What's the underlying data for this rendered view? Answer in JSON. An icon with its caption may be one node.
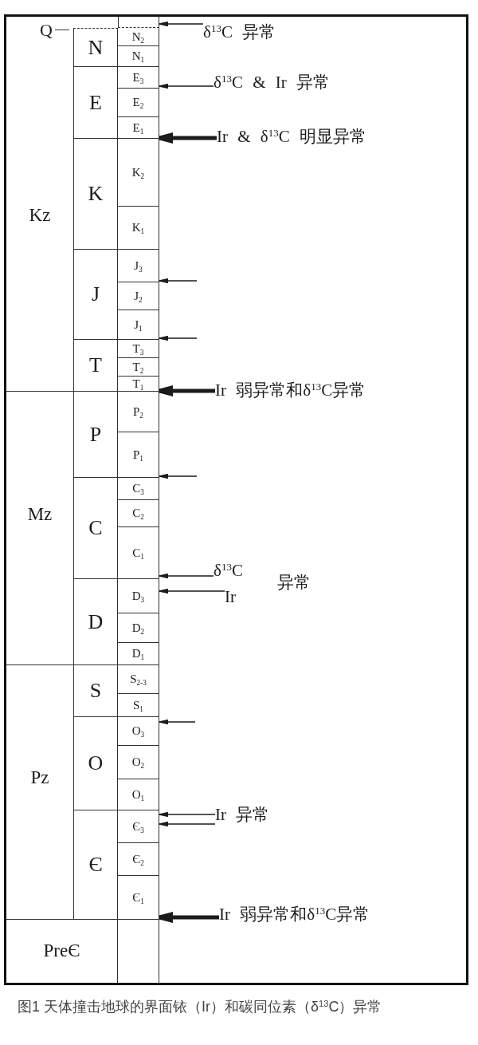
{
  "diagram": {
    "caption": "图1 天体撞击地球的界面铱（Ir）和碳同位素（δ$^{13}$C）异常",
    "nodes": [
      {
        "text": [
          "Q"
        ]
      },
      {
        "text": [
          "Kz"
        ]
      },
      {
        "text": [
          "Mz"
        ]
      },
      {
        "text": [
          "Pz"
        ]
      },
      {
        "text": [
          "PreЄ"
        ]
      },
      {
        "text": [
          "N"
        ]
      },
      {
        "text": [
          "E"
        ]
      },
      {
        "text": [
          "K"
        ]
      },
      {
        "text": [
          "J"
        ]
      },
      {
        "text": [
          "T"
        ]
      },
      {
        "text": [
          "P"
        ]
      },
      {
        "text": [
          "C"
        ]
      },
      {
        "text": [
          "D"
        ]
      },
      {
        "text": [
          "S"
        ]
      },
      {
        "text": [
          "O"
        ]
      },
      {
        "text": [
          "Є"
        ]
      },
      {
        "text": [],
        "shape": "box"
      },
      {
        "text": [
          "N$_{2}$"
        ]
      },
      {
        "text": [
          "N$_{1}$"
        ]
      },
      {
        "text": [
          "E$_{3}$"
        ]
      },
      {
        "text": [
          "E$_{2}$"
        ]
      },
      {
        "text": [
          "E$_{1}$"
        ]
      },
      {
        "text": [
          "K$_{2}$"
        ]
      },
      {
        "text": [
          "K$_{1}$"
        ]
      },
      {
        "text": [
          "J$_{3}$"
        ]
      },
      {
        "text": [
          "J$_{2}$"
        ]
      },
      {
        "text": [
          "J$_{1}$"
        ]
      },
      {
        "text": [
          "T$_{3}$"
        ]
      },
      {
        "text": [
          "T$_{2}$"
        ]
      },
      {
        "text": [
          "T$_{1}$"
        ]
      },
      {
        "text": [
          "P$_{2}$"
        ]
      },
      {
        "text": [
          "P$_{1}$"
        ]
      },
      {
        "text": [
          "C$_{3}$"
        ]
      },
      {
        "text": [
          "C$_{2}$"
        ]
      },
      {
        "text": [
          "C$_{1}$"
        ]
      },
      {
        "text": [
          "D$_{3}$"
        ]
      },
      {
        "text": [
          "D$_{2}$"
        ]
      },
      {
        "text": [
          "D$_{1}$"
        ]
      },
      {
        "text": [
          "S$_{2-3}$"
        ]
      },
      {
        "text": [
          "S$_{1}$"
        ]
      },
      {
        "text": [
          "O$_{3}$"
        ]
      },
      {
        "text": [
          "O$_{2}$"
        ]
      },
      {
        "text": [
          "O$_{1}$"
        ]
      },
      {
        "text": [
          "Є$_{3}$"
        ]
      },
      {
        "text": [
          "Є$_{2}$"
        ]
      },
      {
        "text": [
          "Є$_{1}$"
        ]
      },
      {
        "text": [],
        "shape": "box"
      },
      {
        "text": [
          "δ$^{13}$C 异常"
        ]
      },
      {
        "text": [
          "δ$^{13}$C & Ir 异常"
        ]
      },
      {
        "text": [
          "Ir & δ$^{13}$C 明显异常"
        ]
      },
      {
        "text": [
          "Ir 弱异常和δ$^{13}$C异常"
        ]
      },
      {
        "text": [
          "δ$^{13}$C"
        ]
      },
      {
        "text": [
          "Ir"
        ]
      },
      {
        "text": [
          "Ir 异常"
        ]
      },
      {
        "text": [
          "Ir 弱异常和δ$^{13}$C异常"
        ]
      }
    ],
    "edges": [
      {
        "from": 47,
        "to": 16,
        "arrow": "to"
      },
      {
        "from": 48,
        "to": 19,
        "arrow": "to"
      },
      {
        "from": 49,
        "to": 21,
        "arrow": "to",
        "style": "thick"
      },
      {
        "from": null,
        "to": 24,
        "arrow": "to"
      },
      {
        "from": null,
        "to": 26,
        "arrow": "to"
      },
      {
        "from": 50,
        "to": 29,
        "arrow": "to",
        "style": "thick"
      },
      {
        "from": null,
        "to": 31,
        "arrow": "to"
      },
      {
        "from": 51,
        "to": 34,
        "arrow": "to"
      },
      {
        "from": 52,
        "to": 35,
        "arrow": "to"
      },
      {
        "from": null,
        "to": 40,
        "arrow": "to"
      },
      {
        "from": 53,
        "to": 43,
        "arrow": "to"
      },
      {
        "from": 53,
        "to": 43,
        "arrow": "to"
      },
      {
        "from": 54,
        "to": 45,
        "arrow": "to",
        "style": "thick"
      }
    ],
    "labels": [
      "异常"
    ]
  }
}
